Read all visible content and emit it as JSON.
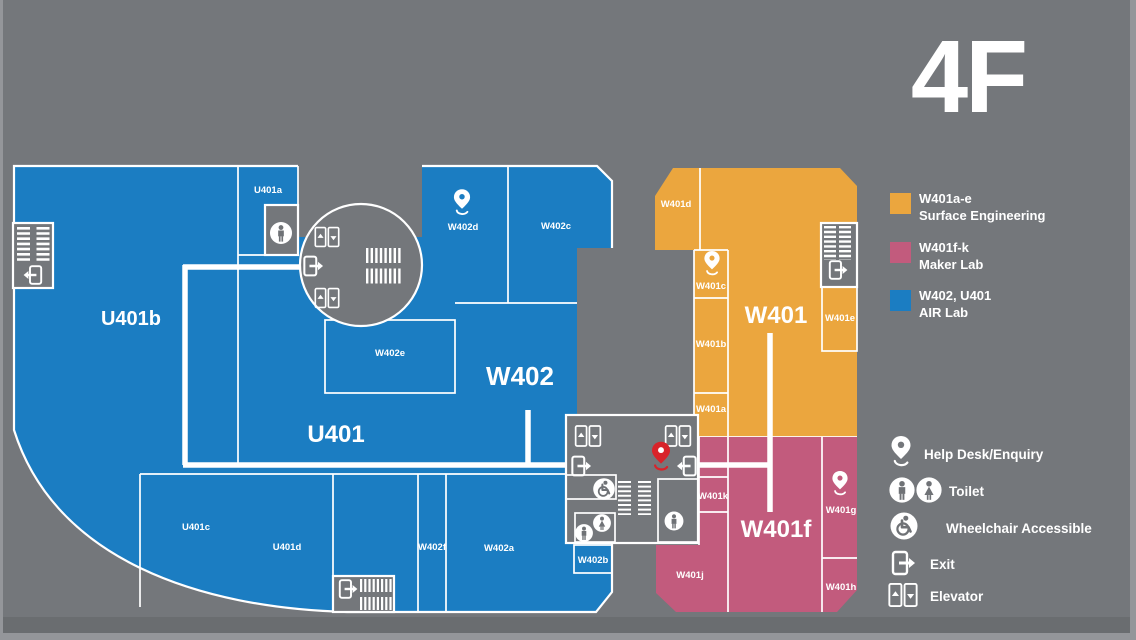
{
  "title": "4F",
  "colors": {
    "background": "#74777b",
    "you_are_here": "#d8232a"
  },
  "map": {
    "rooms": {
      "u401": "U401",
      "u401a": "U401a",
      "u401b": "U401b",
      "u401c": "U401c",
      "u401d": "U401d",
      "w402": "W402",
      "w402a": "W402a",
      "w402b": "W402b",
      "w402c": "W402c",
      "w402d": "W402d",
      "w402e": "W402e",
      "w402f": "W402f",
      "w401": "W401",
      "w401a": "W401a",
      "w401b": "W401b",
      "w401c": "W401c",
      "w401d": "W401d",
      "w401e": "W401e",
      "w401f": "W401f",
      "w401g": "W401g",
      "w401h": "W401h",
      "w401j": "W401j",
      "w401k": "W401k"
    }
  },
  "legend": {
    "zones": [
      {
        "code": "W401a-e",
        "name": "Surface Engineering",
        "color": "#eba63e"
      },
      {
        "code": "W401f-k",
        "name": "Maker Lab",
        "color": "#c25b7d"
      },
      {
        "code": "W402, U401",
        "name": "AIR Lab",
        "color": "#1b7dc2"
      }
    ],
    "facilities": [
      {
        "icon": "help-desk-icon",
        "label": "Help Desk/Enquiry"
      },
      {
        "icon": "toilet-icon",
        "label": "Toilet"
      },
      {
        "icon": "wheelchair-icon",
        "label": "Wheelchair Accessible"
      },
      {
        "icon": "exit-icon",
        "label": "Exit"
      },
      {
        "icon": "elevator-icon",
        "label": "Elevator"
      }
    ]
  }
}
